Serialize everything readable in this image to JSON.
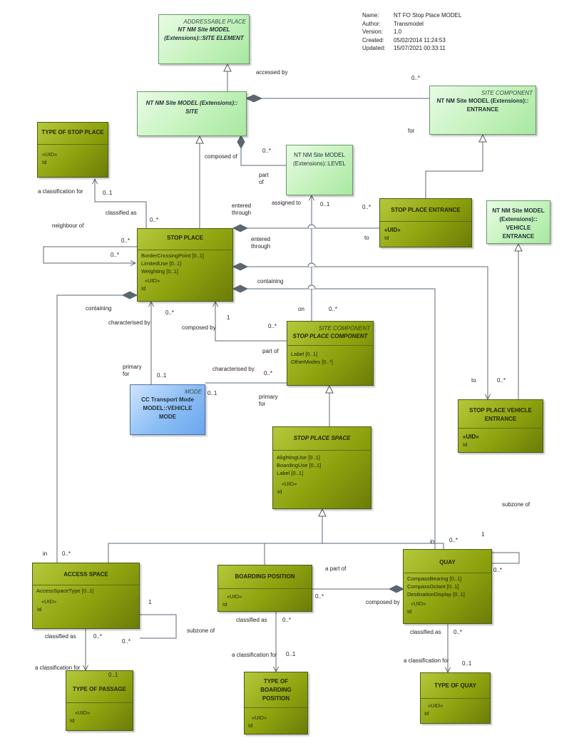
{
  "meta": {
    "name_key": "Name:",
    "name": "NT FO Stop Place  MODEL",
    "author_key": "Author:",
    "author": "Transmodel",
    "version_key": "Version:",
    "version": "1.0",
    "created_key": "Created:",
    "created": "05/02/2014 11:24:53",
    "updated_key": "Updated:",
    "updated": "15/07/2021 00:33:11"
  },
  "classes": {
    "addressable_place": {
      "stereotype": "ADDRESSABLE PLACE",
      "name": "NT NM Site MODEL (Extensions)::SITE ELEMENT"
    },
    "site": {
      "name": "NT NM Site MODEL (Extensions):: SITE"
    },
    "entrance": {
      "stereotype": "SITE COMPONENT",
      "name": "NT NM Site MODEL (Extensions):: ENTRANCE"
    },
    "level": {
      "name": "NT NM Site MODEL (Extensions)::LEVEL"
    },
    "vehicle_entrance": {
      "name": "NT NM Site MODEL (Extensions):: VEHICLE ENTRANCE"
    },
    "type_of_stop_place": {
      "name": "TYPE OF STOP PLACE",
      "uid": "«UID»",
      "id": "Id"
    },
    "stop_place": {
      "name": "STOP PLACE",
      "attrs": [
        "BorderCrossingPoint [0..1]",
        "LimitedUse [0..1]",
        "Weighting [0..1]"
      ],
      "uid": "«UID»",
      "id": "Id"
    },
    "stop_place_entrance": {
      "name": "STOP PLACE ENTRANCE",
      "uid": "«UID»",
      "id": "Id"
    },
    "stop_place_component": {
      "stereotype": "SITE COMPONENT",
      "name": "STOP PLACE COMPONENT",
      "attrs": [
        "Label [0..1]",
        "OtherModes [0..*]"
      ]
    },
    "mode": {
      "stereotype": "MODE",
      "name": "CC Transport Mode MODEL::VEHICLE MODE"
    },
    "stop_place_vehicle_entrance": {
      "name": "STOP PLACE VEHICLE ENTRANCE",
      "uid": "«UID»",
      "id": "Id"
    },
    "stop_place_space": {
      "name": "STOP PLACE SPACE",
      "attrs": [
        "AlightingUse [0..1]",
        "BoardingUse [0..1]",
        "Label [0..1]"
      ],
      "uid": "«UID»",
      "id": "Id"
    },
    "access_space": {
      "name": "ACCESS SPACE",
      "attrs": [
        "AccessSpaceType [0..1]"
      ],
      "uid": "«UID»",
      "id": "Id"
    },
    "boarding_position": {
      "name": "BOARDING POSITION",
      "uid": "«UID»",
      "id": "Id"
    },
    "quay": {
      "name": "QUAY",
      "attrs": [
        "CompassBearing [0..1]",
        "CompassOctant [0..1]",
        "DestinationDisplay [0..1]"
      ],
      "uid": "«UID»",
      "id": "Id"
    },
    "type_of_passage": {
      "name": "TYPE OF PASSAGE",
      "uid": "«UID»",
      "id": "Id"
    },
    "type_of_boarding_position": {
      "name": "TYPE OF BOARDING POSITION",
      "uid": "«UID»",
      "id": "Id"
    },
    "type_of_quay": {
      "name": "TYPE OF QUAY",
      "uid": "«UID»",
      "id": "Id"
    }
  },
  "labels": {
    "accessed_by": "accessed by",
    "mult_entrance": "0..*",
    "composed_of": "composed of",
    "mult_level": "0..*",
    "part_of_level": "part\nof",
    "for": "for",
    "a_classification_for": "a classification for",
    "mult_type_sp": "0..1",
    "classified_as": "classified as",
    "mult_sp_classified": "0..*",
    "entered_through": "entered\nthrough",
    "assigned_to": "assigned to",
    "mult_assigned": "0..1",
    "mult_spe": "0..*",
    "neighbour_of": "neighbour of",
    "mult_neighbour_1": "0..*",
    "mult_neighbour_2": "0..*",
    "entered_through_2": "entered\nthrough",
    "to_spe": "to",
    "containing": "containing",
    "containing_access": "containing",
    "characterised_by": "characterised by",
    "mult_sp_mode": "0..*",
    "composed_by": "composed by",
    "mult_one_comp": "1",
    "on": "on",
    "mult_on": "0..*",
    "mult_comp": "0..*",
    "part_of": "part of",
    "primary_for_left": "primary\nfor",
    "mult_mode_left": "0..1",
    "characterised_by_2": "characterised by",
    "mult_comp_mode": "0..*",
    "mult_mode_right": "0..1",
    "primary_for_right": "primary\nfor",
    "to_vehicle": "to",
    "mult_vehicle": "0..*",
    "subzone_of_quay": "subzone of",
    "mult_quay_self_1": "1",
    "mult_quay_self_2": "0..*",
    "in_quay": "in",
    "mult_quay_in": "0..*",
    "in_access": "in",
    "mult_access_in": "0..*",
    "a_part_of": "a part of",
    "mult_bp": "0..*",
    "composed_by_quay": "composed by",
    "mult_as_self_1": "1",
    "subzone_of_as": "subzone of",
    "mult_as_self_2": "0..*",
    "classified_as_as": "classified as",
    "mult_as_cl": "0..*",
    "a_classification_for_as": "a classification for",
    "mult_top": "0..1",
    "classified_as_bp": "classified as",
    "mult_bp_cl": "0..*",
    "a_classification_for_bp": "a classification for",
    "mult_tobp": "0..1",
    "classified_as_quay": "classified as",
    "mult_quay_cl": "0..*",
    "a_classification_for_quay": "a classification for",
    "mult_toq": "0..1"
  }
}
